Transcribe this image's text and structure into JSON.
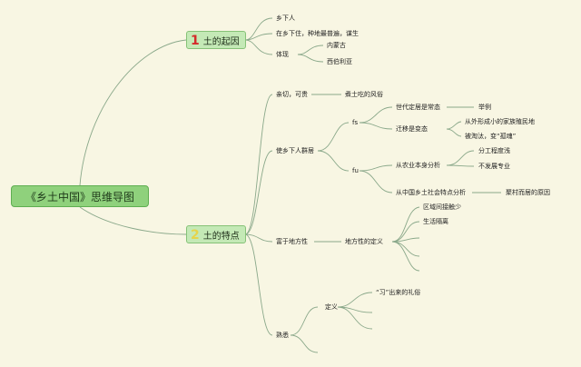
{
  "central": "《乡土中国》思维导图",
  "branch1": {
    "num": "1",
    "label": "土的起因",
    "items": [
      "乡下人",
      "在乡下住，种地最普遍，谋生",
      "体现"
    ],
    "tixian": [
      "内蒙古",
      "西伯利亚"
    ]
  },
  "branch2": {
    "num": "2",
    "label": "土的特点",
    "qinqie": "亲切，可贵",
    "zhutu": "煮土吃的风俗",
    "shi_xiangxia": "使乡下人群居",
    "fs": "fs",
    "fu": "fu",
    "shidai": "世代定居是常态",
    "lijiu": "举例",
    "qianyi": "迁移是变态",
    "qianyi_items": [
      "从外形成小的家族殖民地",
      "被淘汰，变“孤魂”"
    ],
    "nongye": "从农业本身分析",
    "nongye_items": [
      "分工程度浅",
      "不发展专业"
    ],
    "shehui": "从中国乡土社会特点分析",
    "cunluo": "聚村而居的原因",
    "fuyu": "富于地方性",
    "difang_def": "地方性的定义",
    "difang_items": [
      "区域间接触少",
      "生活隔离"
    ],
    "shuxi": "熟悉",
    "dingyi": "定义",
    "xi": "“习”出来的礼俗"
  }
}
